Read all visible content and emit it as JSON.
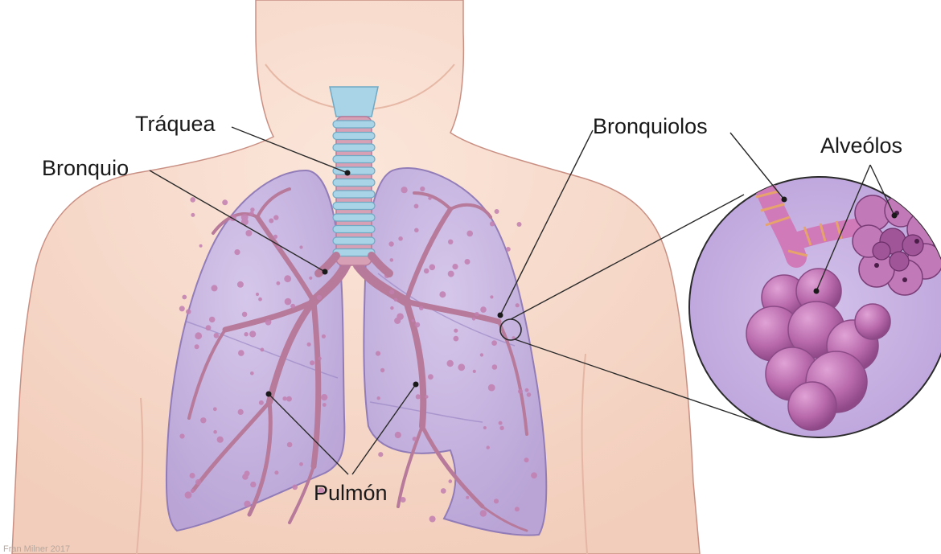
{
  "labels": {
    "traquea": "Tráquea",
    "bronquio": "Bronquio",
    "bronquiolos": "Bronquiolos",
    "alveolos": "Alveólos",
    "pulmon": "Pulmón"
  },
  "credit": "Fran Milner 2017",
  "colors": {
    "skin": "#f6d9c9",
    "skin_outline": "#c98f83",
    "lung": "#c6b5e0",
    "lung_outline": "#8d78b8",
    "bronchi": "#b77a9a",
    "trachea_cartilage": "#a9d3e6",
    "alveoli": "#b66aa8",
    "inset_bg": "#c8b2e0"
  }
}
